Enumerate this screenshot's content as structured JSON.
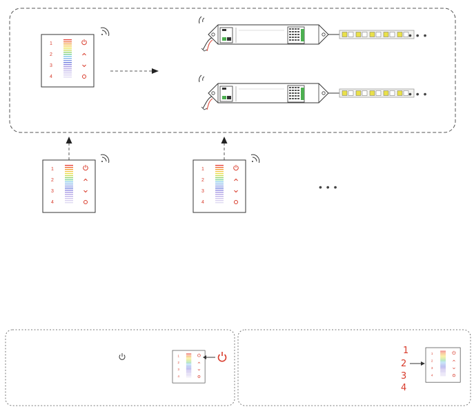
{
  "remote_panel": {
    "numbers": [
      "1",
      "2",
      "3",
      "4"
    ]
  },
  "ellipsis": {
    "strip": "• • •",
    "remotes": "• • •"
  },
  "help_right": {
    "numbers": [
      "1",
      "2",
      "3",
      "4"
    ]
  },
  "colors": {
    "accent": "#d83a2a",
    "line": "#333333",
    "dashed": "#555555"
  }
}
